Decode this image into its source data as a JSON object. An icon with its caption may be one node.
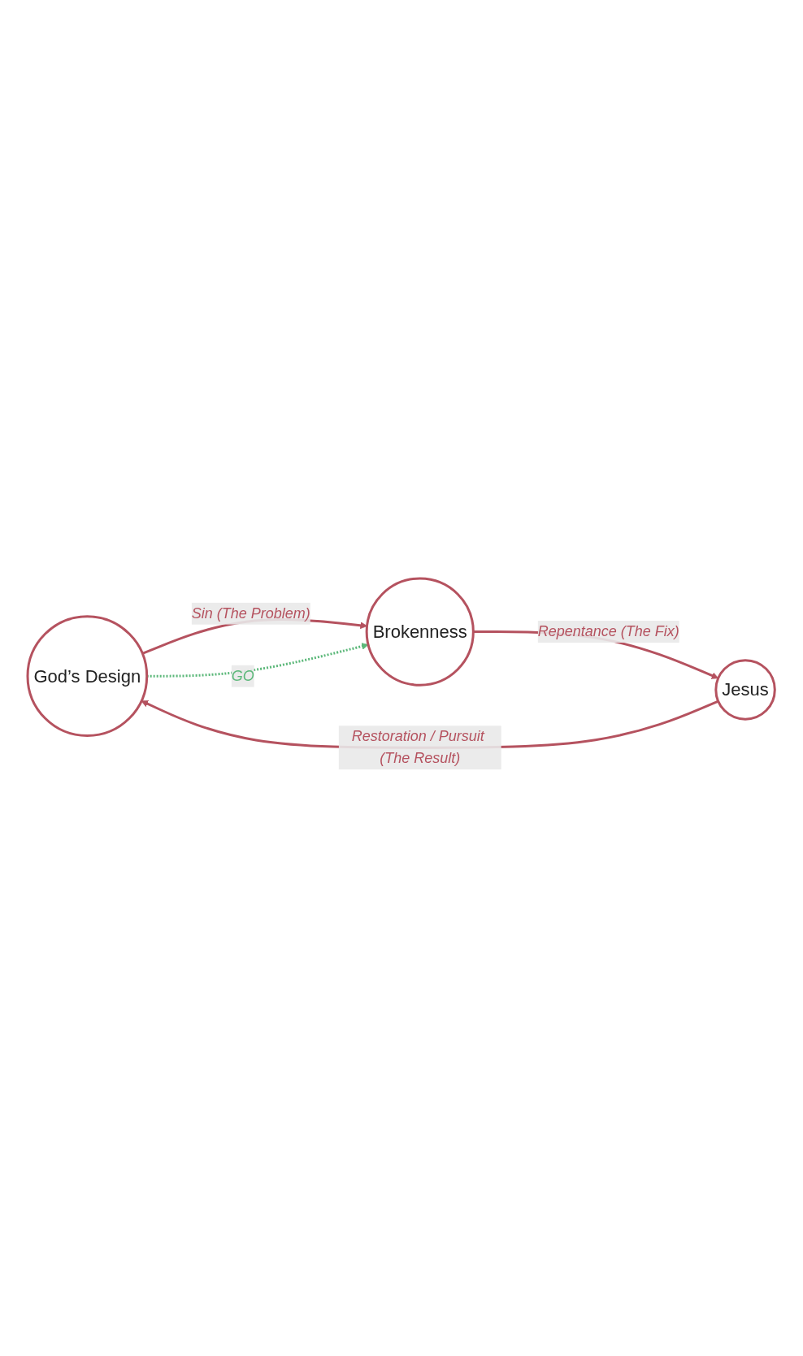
{
  "diagram": {
    "nodes": [
      {
        "text": [
          "God’s Design"
        ]
      },
      {
        "text": [
          "Brokenness"
        ]
      },
      {
        "text": [
          "Jesus"
        ]
      }
    ],
    "edges": [
      {
        "from": 0,
        "to": 1,
        "arrow": "to",
        "label": "Sin (The Problem)"
      },
      {
        "from": 1,
        "to": 2,
        "arrow": "to",
        "label": "Repentance (The Fix)"
      },
      {
        "from": 2,
        "to": 0,
        "arrow": "to",
        "label": "Restoration / Pursuit (The Result)"
      },
      {
        "from": 0,
        "to": 1,
        "arrow": "to",
        "label": "GO",
        "style": "dashed",
        "color": "#5cb87a"
      }
    ]
  }
}
